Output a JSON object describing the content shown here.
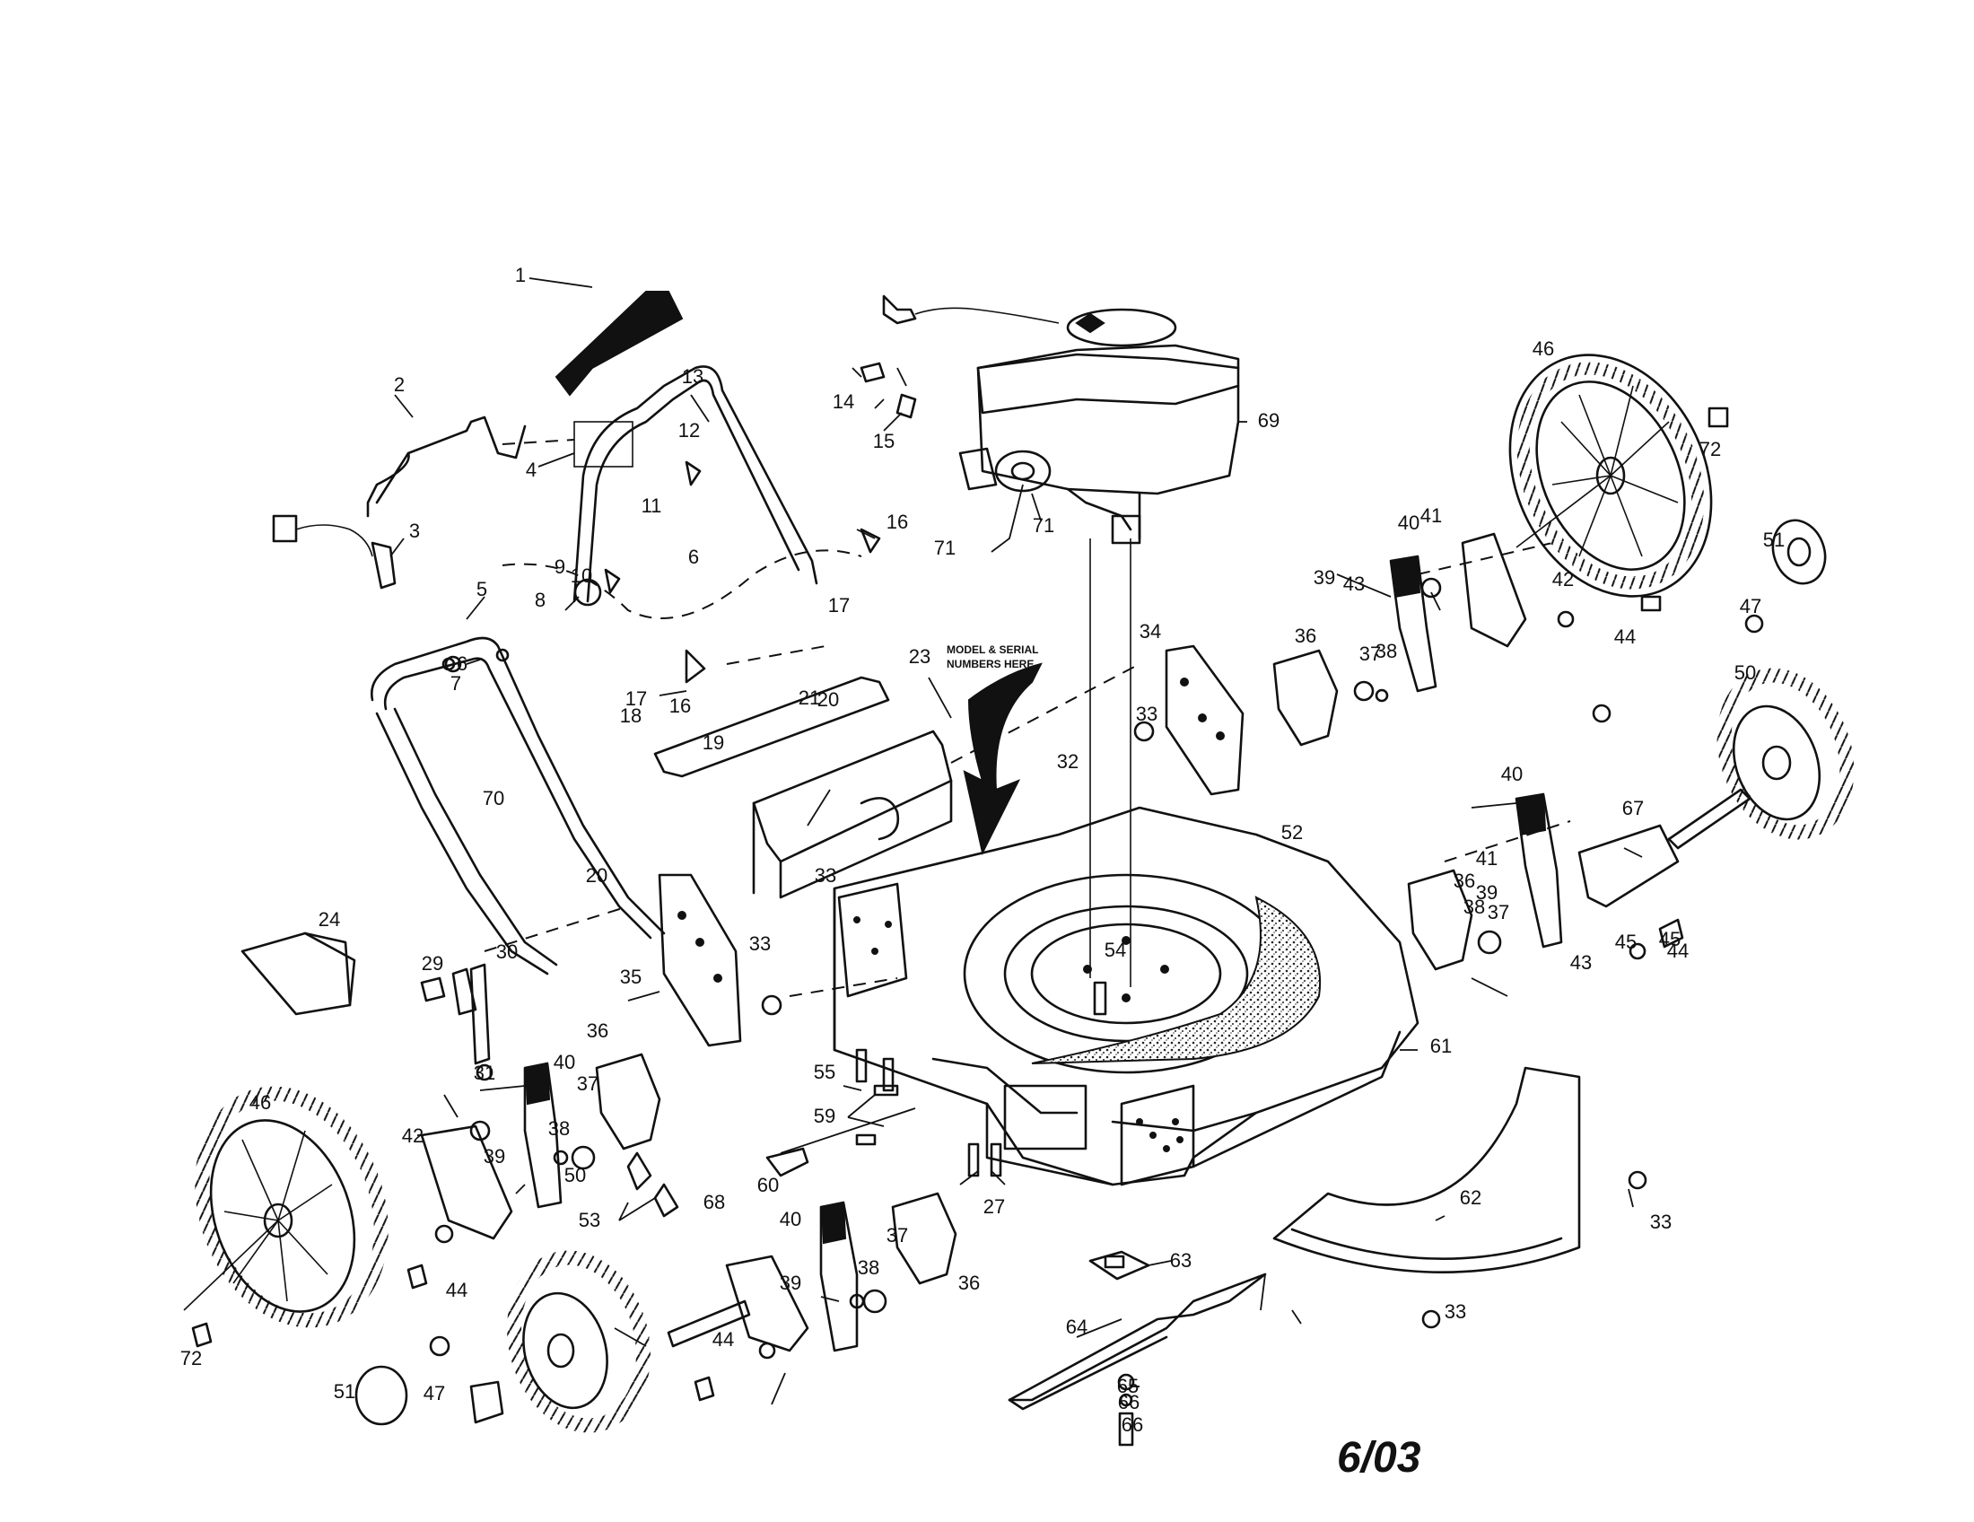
{
  "diagram": {
    "serial_note_line1": "MODEL & SERIAL",
    "serial_note_line2": "NUMBERS HERE",
    "date_code": "6/03",
    "callouts": [
      "1",
      "2",
      "3",
      "4",
      "5",
      "6",
      "6",
      "7",
      "8",
      "9",
      "10",
      "11",
      "12",
      "13",
      "14",
      "15",
      "16",
      "16",
      "17",
      "17",
      "18",
      "19",
      "20",
      "20",
      "21",
      "23",
      "24",
      "27",
      "29",
      "30",
      "31",
      "32",
      "33",
      "33",
      "33",
      "33",
      "33",
      "34",
      "35",
      "36",
      "36",
      "36",
      "36",
      "37",
      "37",
      "37",
      "37",
      "38",
      "38",
      "38",
      "38",
      "39",
      "39",
      "39",
      "39",
      "40",
      "40",
      "40",
      "40",
      "41",
      "41",
      "42",
      "42",
      "43",
      "43",
      "44",
      "44",
      "44",
      "44",
      "45",
      "45",
      "46",
      "46",
      "47",
      "47",
      "50",
      "50",
      "51",
      "51",
      "52",
      "53",
      "54",
      "55",
      "59",
      "60",
      "61",
      "62",
      "63",
      "64",
      "65",
      "66",
      "66",
      "67",
      "68",
      "69",
      "70",
      "71",
      "71",
      "72",
      "72"
    ]
  }
}
